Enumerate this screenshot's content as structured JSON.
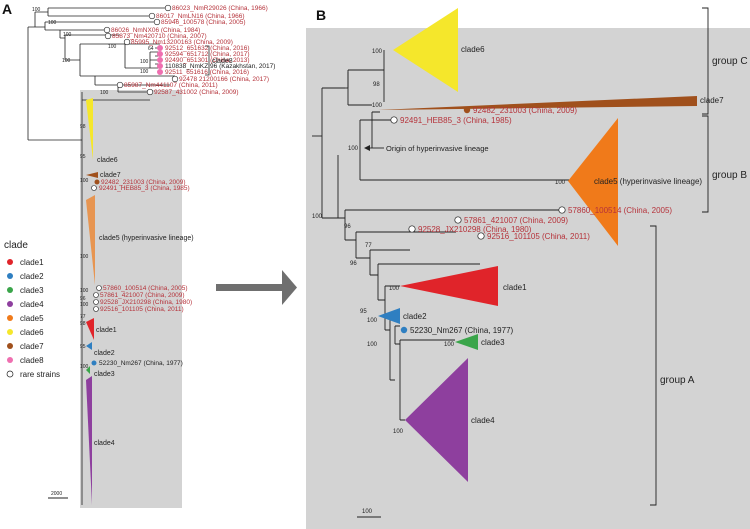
{
  "panel_a": {
    "letter": "A",
    "scale_label": "2000",
    "top_leaves": [
      {
        "label": "86023_NmR29026 (China, 1966)",
        "bs": "100",
        "clade": "rare"
      },
      {
        "label": "86017_NmLN16 (China, 1966)",
        "bs": "",
        "clade": "rare"
      },
      {
        "label": "85946_100578 (China, 2005)",
        "bs": "100",
        "clade": "rare"
      },
      {
        "label": "86026_NmNX06 (China, 1984)",
        "bs": "",
        "clade": "rare"
      },
      {
        "label": "85873_Nm420710 (China, 2007)",
        "bs": "100",
        "clade": "rare"
      },
      {
        "label": "85995_Nm13200163 (China, 2009)",
        "bs": "100",
        "clade": "rare"
      },
      {
        "label": "92512_651632 (China, 2016)",
        "bs": "64",
        "clade": "clade8"
      },
      {
        "label": "92594_651712 (China, 2017)",
        "bs": "",
        "clade": "clade8"
      },
      {
        "label": "92490_651301 (China, 2013)",
        "bs": "100",
        "clade": "clade8"
      },
      {
        "label": "110838_NmKZ 96 (Kazakhstan, 2017)",
        "bs": "",
        "clade": "clade8"
      },
      {
        "label": "92511_651616 (China, 2016)",
        "bs": "100",
        "clade": "clade8"
      },
      {
        "label": "92478 21200166 (China, 2017)",
        "bs": "",
        "clade": "rare"
      },
      {
        "label": "85987_Nm441107 (China, 2011)",
        "bs": "100",
        "clade": "rare"
      },
      {
        "label": "92587_431002 (China, 2009)",
        "bs": "100",
        "clade": "rare"
      }
    ],
    "clade8_label": "clade8",
    "clade_labels": {
      "clade6": "clade6",
      "clade7": "clade7",
      "clade5": "clade5 (hyperinvasive lineage)",
      "clade1": "clade1",
      "clade2": "clade2",
      "clade3": "clade3",
      "clade4": "clade4"
    },
    "mid_leaves": [
      {
        "label": "92482_231003 (China, 2009)",
        "clade": "clade7"
      },
      {
        "label": "92491_HEB85_3 (China, 1985)",
        "clade": "rare"
      }
    ],
    "low_leaves": [
      {
        "label": "57860_100514 (China, 2005)",
        "bs": "100"
      },
      {
        "label": "57861_421007 (China, 2009)",
        "bs": ""
      },
      {
        "label": "92528_JX210298 (China, 1980)",
        "bs": "100"
      },
      {
        "label": "92516_101105 (China, 2011)",
        "bs": "77"
      }
    ],
    "clade2_leaf": "52230_Nm267 (China, 1977)",
    "bootstraps_mid": [
      "98",
      "95",
      "100",
      "100",
      "96",
      "98",
      "95",
      "100"
    ]
  },
  "legend": {
    "title": "clade",
    "items": [
      {
        "label": "clade1",
        "color": "#e0242a"
      },
      {
        "label": "clade2",
        "color": "#2f7fc1"
      },
      {
        "label": "clade3",
        "color": "#3aa54a"
      },
      {
        "label": "clade4",
        "color": "#8e3f9e"
      },
      {
        "label": "clade5",
        "color": "#f07a1a"
      },
      {
        "label": "clade6",
        "color": "#f5e72b"
      },
      {
        "label": "clade7",
        "color": "#a0501c"
      },
      {
        "label": "clade8",
        "color": "#ef6fb0"
      },
      {
        "label": "rare strains",
        "color": "#ffffff"
      }
    ]
  },
  "panel_b": {
    "letter": "B",
    "scale_label": "100",
    "clades": {
      "clade6": "clade6",
      "clade7": "clade7",
      "clade5": "clade5 (hyperinvasive lineage)",
      "clade1": "clade1",
      "clade2": "clade2",
      "clade3": "clade3",
      "clade4": "clade4"
    },
    "leaves": {
      "l92482": "92482_231003 (China, 2009)",
      "l92491": "92491_HEB85_3 (China, 1985)",
      "l57860": "57860_100514 (China, 2005)",
      "l57861": "57861_421007 (China, 2009)",
      "l92528": "92528_JX210298 (China, 1980)",
      "l92516": "92516_101105 (China, 2011)",
      "l52230": "52230_Nm267 (China, 1977)"
    },
    "bootstraps": {
      "b_c6": "100",
      "b_98": "98",
      "b_c7": "100",
      "b_c5": "100",
      "b_c5b": "100",
      "b_root": "100",
      "b_96a": "96",
      "b_77": "77",
      "b_96b": "96",
      "b_c1": "100",
      "b_95": "95",
      "b_c2": "100",
      "b_100a": "100",
      "b_c3": "100",
      "b_c4": "100"
    },
    "annotation": "Origin of hyperinvasive lineage",
    "groups": {
      "a": "group A",
      "b": "group B",
      "c": "group C"
    }
  },
  "colors": {
    "panel_bg": "#d3d3d3",
    "leaf_red": "#b5323a",
    "clade1": "#e0242a",
    "clade2": "#2f7fc1",
    "clade3": "#3aa54a",
    "clade4": "#8e3f9e",
    "clade5": "#f07a1a",
    "clade6": "#f5e72b",
    "clade7": "#a0501c",
    "clade8": "#ef6fb0",
    "arrow": "#6f6f6f"
  }
}
